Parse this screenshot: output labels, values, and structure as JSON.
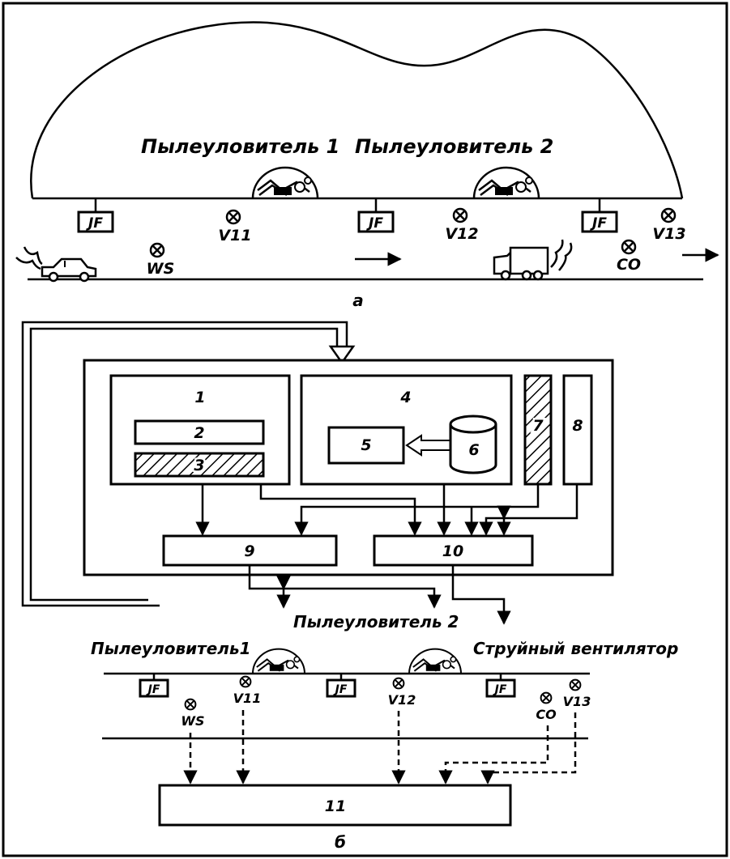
{
  "diagram_a": {
    "dust_collector_1": "Пылеуловитель 1",
    "dust_collector_2": "Пылеуловитель 2",
    "sensor_jf": "JF",
    "sensor_v11": "V11",
    "sensor_v12": "V12",
    "sensor_v13": "V13",
    "sensor_ws": "WS",
    "sensor_co": "CO",
    "caption": "а"
  },
  "diagram_b": {
    "block_1": "1",
    "block_2": "2",
    "block_3": "3",
    "block_4": "4",
    "block_5": "5",
    "block_6": "6",
    "block_7": "7",
    "block_8": "8",
    "block_9": "9",
    "block_10": "10",
    "block_11": "11",
    "dust_collector_1": "Пылеуловитель1",
    "dust_collector_2": "Пылеуловитель 2",
    "jet_fan": "Струйный вентилятор",
    "sensor_jf": "JF",
    "sensor_v11": "V11",
    "sensor_v12": "V12",
    "sensor_v13": "V13",
    "sensor_ws": "WS",
    "sensor_co": "CO",
    "caption": "б"
  }
}
